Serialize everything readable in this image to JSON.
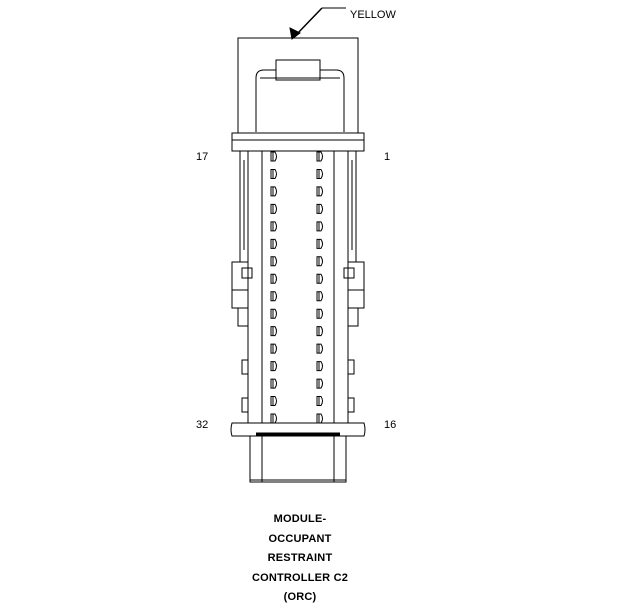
{
  "connector": {
    "color_label": "YELLOW",
    "pin_labels": {
      "top_left": "17",
      "top_right": "1",
      "bottom_left": "32",
      "bottom_right": "16"
    },
    "rows_per_column": 16,
    "columns": 2
  },
  "caption": {
    "lines": [
      "MODULE-",
      "OCCUPANT",
      "RESTRAINT",
      "CONTROLLER C2",
      "(ORC)"
    ]
  }
}
